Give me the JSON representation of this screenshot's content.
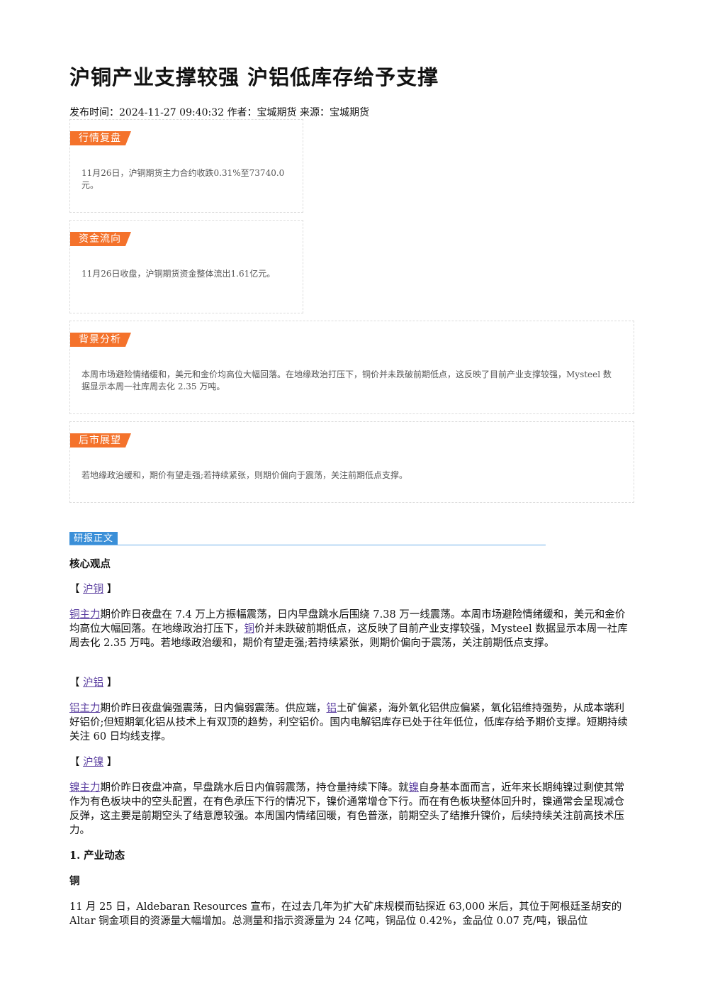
{
  "article": {
    "title": "沪铜产业支撑较强 沪铝低库存给予支撑",
    "meta": "发布时间：2024-11-27 09:40:32 作者：宝城期货 来源：宝城期货"
  },
  "boxes": {
    "market": {
      "tag": "行情复盘",
      "text": "11月26日，沪铜期货主力合约收跌0.31%至73740.0元。"
    },
    "capital": {
      "tag": "资金流向",
      "text": "11月26日收盘，沪铜期货资金整体流出1.61亿元。"
    },
    "background": {
      "tag": "背景分析",
      "text": "本周市场避险情绪缓和，美元和金价均高位大幅回落。在地缘政治打压下，铜价并未跌破前期低点，这反映了目前产业支撑较强，Mysteel 数据显示本周一社库周去化 2.35 万吨。"
    },
    "outlook": {
      "tag": "后市展望",
      "text": "若地缘政治缓和，期价有望走强;若持续紧张，则期价偏向于震荡，关注前期低点支撑。"
    }
  },
  "report": {
    "tag": "研报正文",
    "core_heading": "核心观点",
    "bracket_open": "【 ",
    "bracket_close": " 】",
    "copper": {
      "label": "沪铜",
      "link1": "铜主力",
      "text1": "期价昨日夜盘在 7.4 万上方振幅震荡，日内早盘跳水后围绕 7.38 万一线震荡。本周市场避险情绪缓和，美元和金价均高位大幅回落。在地缘政治打压下，",
      "link2": "铜",
      "text2": "价并未跌破前期低点，这反映了目前产业支撑较强，Mysteel 数据显示本周一社库周去化 2.35 万吨。若地缘政治缓和，期价有望走强;若持续紧张，则期价偏向于震荡，关注前期低点支撑。"
    },
    "aluminum": {
      "label": "沪铝",
      "link1": "铝主力",
      "text1": "期价昨日夜盘偏强震荡，日内偏弱震荡。供应端，",
      "link2": "铝",
      "text2": "土矿偏紧，海外氧化铝供应偏紧，氧化铝维持强势，从成本端利好铝价;但短期氧化铝从技术上有双顶的趋势，利空铝价。国内电解铝库存已处于往年低位，低库存给予期价支撑。短期持续关注 60 日均线支撑。"
    },
    "nickel": {
      "label": "沪镍",
      "link1": "镍主力",
      "text1": "期价昨日夜盘冲高，早盘跳水后日内偏弱震荡，持仓量持续下降。就",
      "link2": "镍",
      "text2": "自身基本面而言，近年来长期纯镍过剩使其常作为有色板块中的空头配置，在有色承压下行的情况下，镍价通常增仓下行。而在有色板块整体回升时，镍通常会呈现减仓反弹，这主要是前期空头了结意愿较强。本周国内情绪回暖，有色普涨，前期空头了结推升镍价，后续持续关注前高技术压力。"
    },
    "industry_heading": "1. 产业动态",
    "copper_heading": "铜",
    "industry_text": "11 月 25 日，Aldebaran Resources 宣布，在过去几年为扩大矿床规模而钻探近 63,000 米后，其位于阿根廷圣胡安的 Altar 铜金项目的资源量大幅增加。总测量和指示资源量为 24 亿吨，铜品位 0.42%，金品位 0.07 克/吨，银品位"
  }
}
